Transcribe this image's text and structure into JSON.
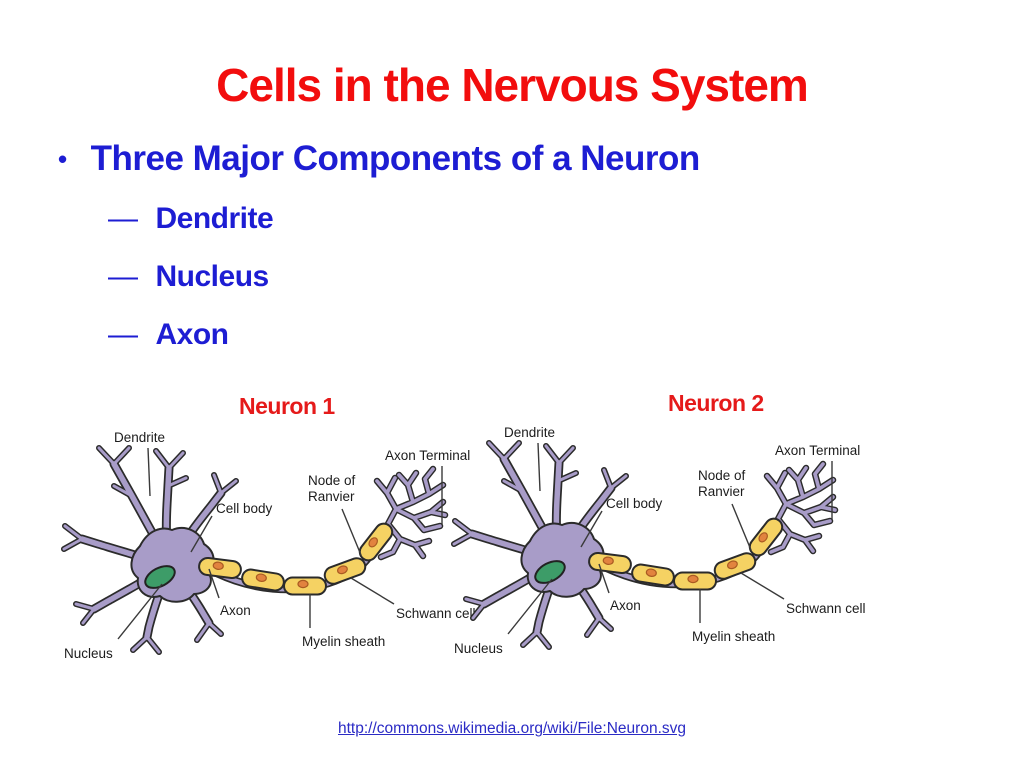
{
  "slide": {
    "title": "Cells in the Nervous System",
    "bullet": "Three Major Components of a Neuron",
    "sub_bullets": [
      "Dendrite",
      "Nucleus",
      "Axon"
    ],
    "footer_link": "http://commons.wikimedia.org/wiki/File:Neuron.svg"
  },
  "chars": {
    "bullet": "•",
    "dash": "—"
  },
  "diagram": {
    "neuron1_title": "Neuron 1",
    "neuron2_title": "Neuron 2",
    "labels": {
      "dendrite": "Dendrite",
      "cell_body": "Cell body",
      "axon": "Axon",
      "nucleus": "Nucleus",
      "node_of_ranvier_line1": "Node of",
      "node_of_ranvier_line2": "Ranvier",
      "axon_terminal": "Axon Terminal",
      "schwann_cell": "Schwann cell",
      "myelin_sheath": "Myelin sheath"
    }
  },
  "colors": {
    "title_red": "#f20d0d",
    "neuron_heading_red": "#e51a1a",
    "text_blue": "#1d1dd3",
    "link_blue": "#2b2bc5",
    "soma_purple": "#a89cc8",
    "outline_dark": "#2b2b2b",
    "myelin_yellow": "#f5d263",
    "nucleus_green": "#3d9c68",
    "schwann_nucleus_orange": "#e2833f",
    "background": "#ffffff"
  }
}
